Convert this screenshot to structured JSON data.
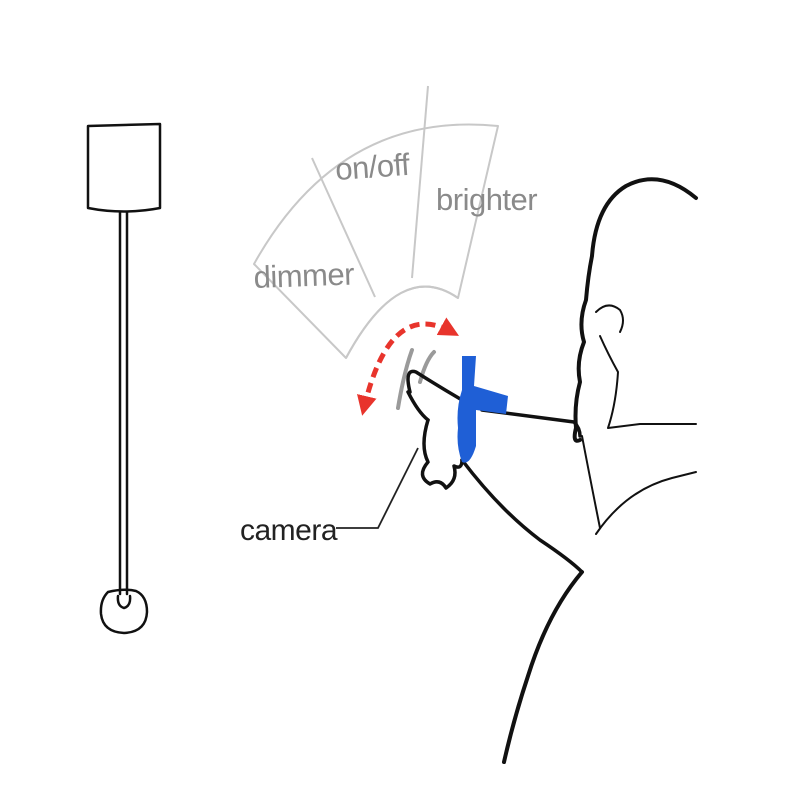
{
  "labels": {
    "dimmer": "dimmer",
    "on_off": "on/off",
    "brighter": "brighter",
    "camera": "camera"
  },
  "colors": {
    "outline": "#111111",
    "menu_outline": "#c8c8c8",
    "menu_text": "#8a8a8a",
    "gesture_arrow": "#e8342c",
    "camera_device": "#1f5fd6",
    "ghost_finger": "#9a9a9a"
  },
  "icons": {
    "lamp": "floor-lamp-icon",
    "menu": "radial-menu",
    "arrow": "curved-double-arrow-icon",
    "camera": "finger-camera-icon"
  }
}
